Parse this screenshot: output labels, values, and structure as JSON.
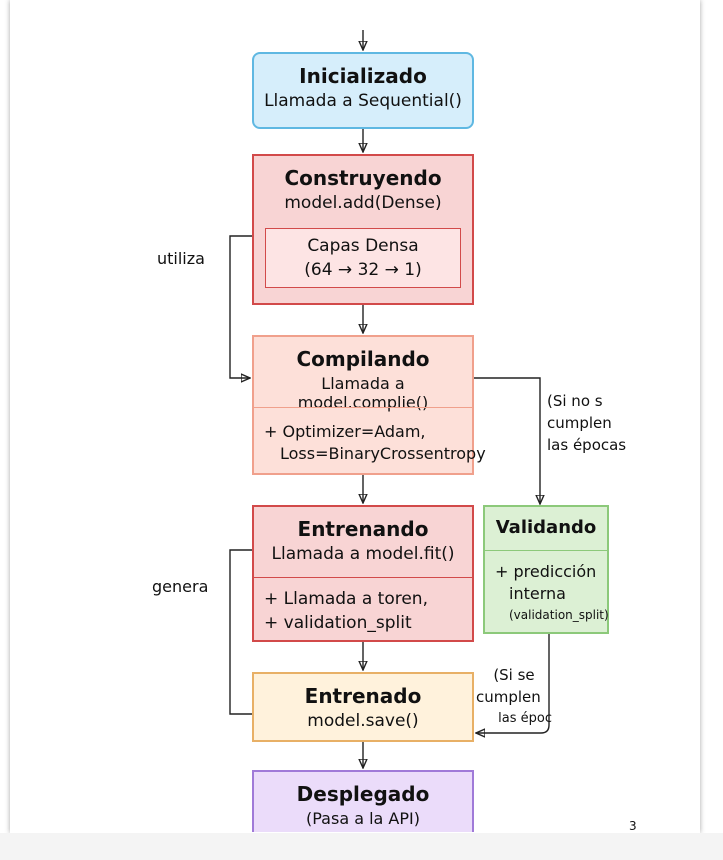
{
  "states": {
    "inicializado": {
      "title": "Inicializado",
      "sub": "Llamada a Sequential()"
    },
    "construyendo": {
      "title": "Construyendo",
      "sub": "model.add(Dense)",
      "inner_line1": "Capas Densa",
      "inner_line2": "(64 → 32 → 1)"
    },
    "compilando": {
      "title": "Compilando",
      "sub": "Llamada a model.complie()",
      "detail_line1": "+ Optimizer=Adam,",
      "detail_line2": "Loss=BinaryCrossentropy"
    },
    "entrenando": {
      "title": "Entrenando",
      "sub": "Llamada a model.fit()",
      "detail_line1": "+ Llamada a toren,",
      "detail_line2": "+ validation_split"
    },
    "validando": {
      "title": "Validando",
      "detail_line1": "+ predicción",
      "detail_line2": "interna",
      "detail_line3": "(validation_split)"
    },
    "entrenado": {
      "title": "Entrenado",
      "sub": "model.save()"
    },
    "desplegado": {
      "title": "Desplegado",
      "sub": "(Pasa a la API)"
    }
  },
  "edge_labels": {
    "utiliza": "utiliza",
    "genera": "genera",
    "cond_no_line1": "(Si no s",
    "cond_no_line2": "cumplen",
    "cond_no_line3": "las épocas",
    "cond_si_line1": "(Si se",
    "cond_si_line2": "cumplen",
    "cond_si_line3": "las époc"
  },
  "page_number": "3",
  "colors": {
    "blue_fill": "#d6eefb",
    "red_fill": "#f8d4d4",
    "salmon_fill": "#fde0d9",
    "green_fill": "#dcf0d4",
    "cream_fill": "#fff2dc",
    "purple_fill": "#ebdcfa"
  }
}
